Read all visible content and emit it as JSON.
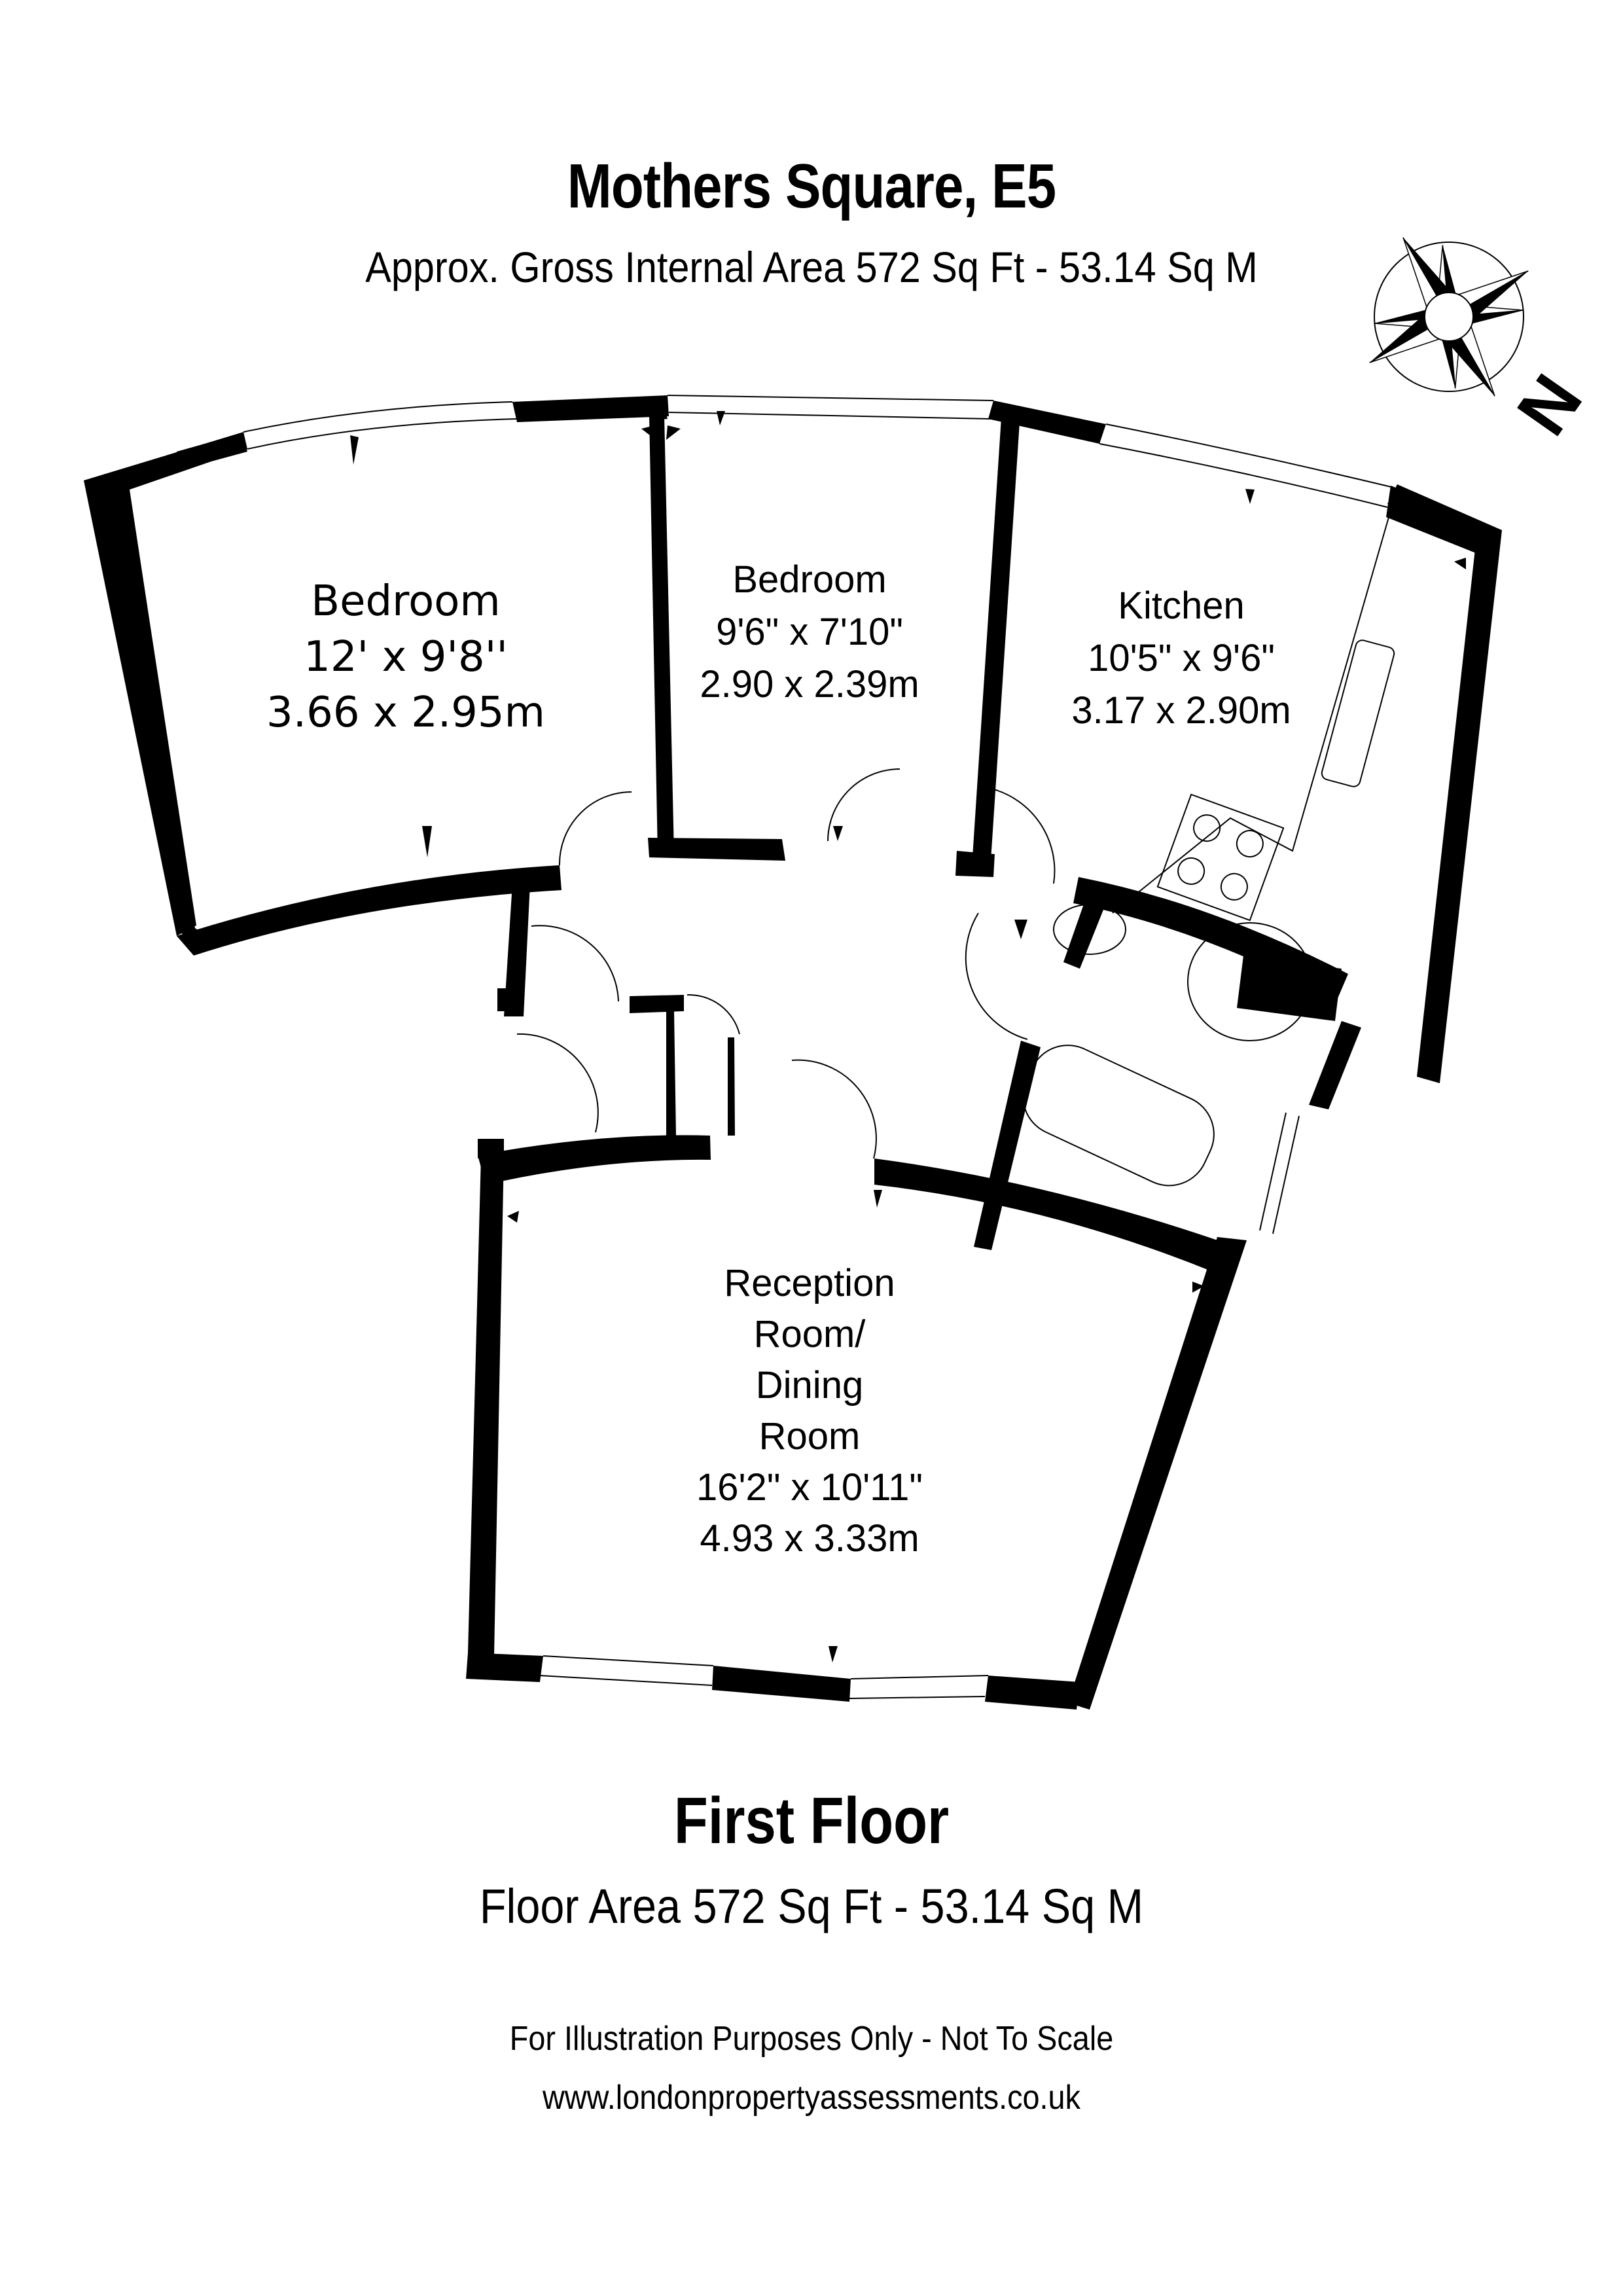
{
  "header": {
    "title": "Mothers Square, E5",
    "subtitle": "Approx. Gross Internal Area 572 Sq Ft - 53.14 Sq M"
  },
  "compass": {
    "icon": "compass-rose-icon",
    "north_label": "N"
  },
  "rooms": [
    {
      "name": "Bedroom",
      "imperial": "12' x 9'8''",
      "metric": "3.66 x 2.95m"
    },
    {
      "name": "Bedroom",
      "imperial": "9'6\" x 7'10\"",
      "metric": "2.90 x 2.39m"
    },
    {
      "name": "Kitchen",
      "imperial": "10'5\" x 9'6\"",
      "metric": "3.17 x 2.90m"
    },
    {
      "name_lines": [
        "Reception",
        "Room/",
        "Dining",
        "Room"
      ],
      "imperial": "16'2\" x 10'11\"",
      "metric": "4.93 x 3.33m"
    }
  ],
  "fixtures": [
    "sink-icon",
    "hob-icon",
    "basin-icon",
    "toilet-icon",
    "bath-icon"
  ],
  "floor": {
    "title": "First Floor",
    "area": "Floor Area 572 Sq Ft - 53.14 Sq M"
  },
  "footer": {
    "disclaimer": "For Illustration Purposes Only - Not To Scale",
    "website": "www.londonpropertyassessments.co.uk"
  }
}
